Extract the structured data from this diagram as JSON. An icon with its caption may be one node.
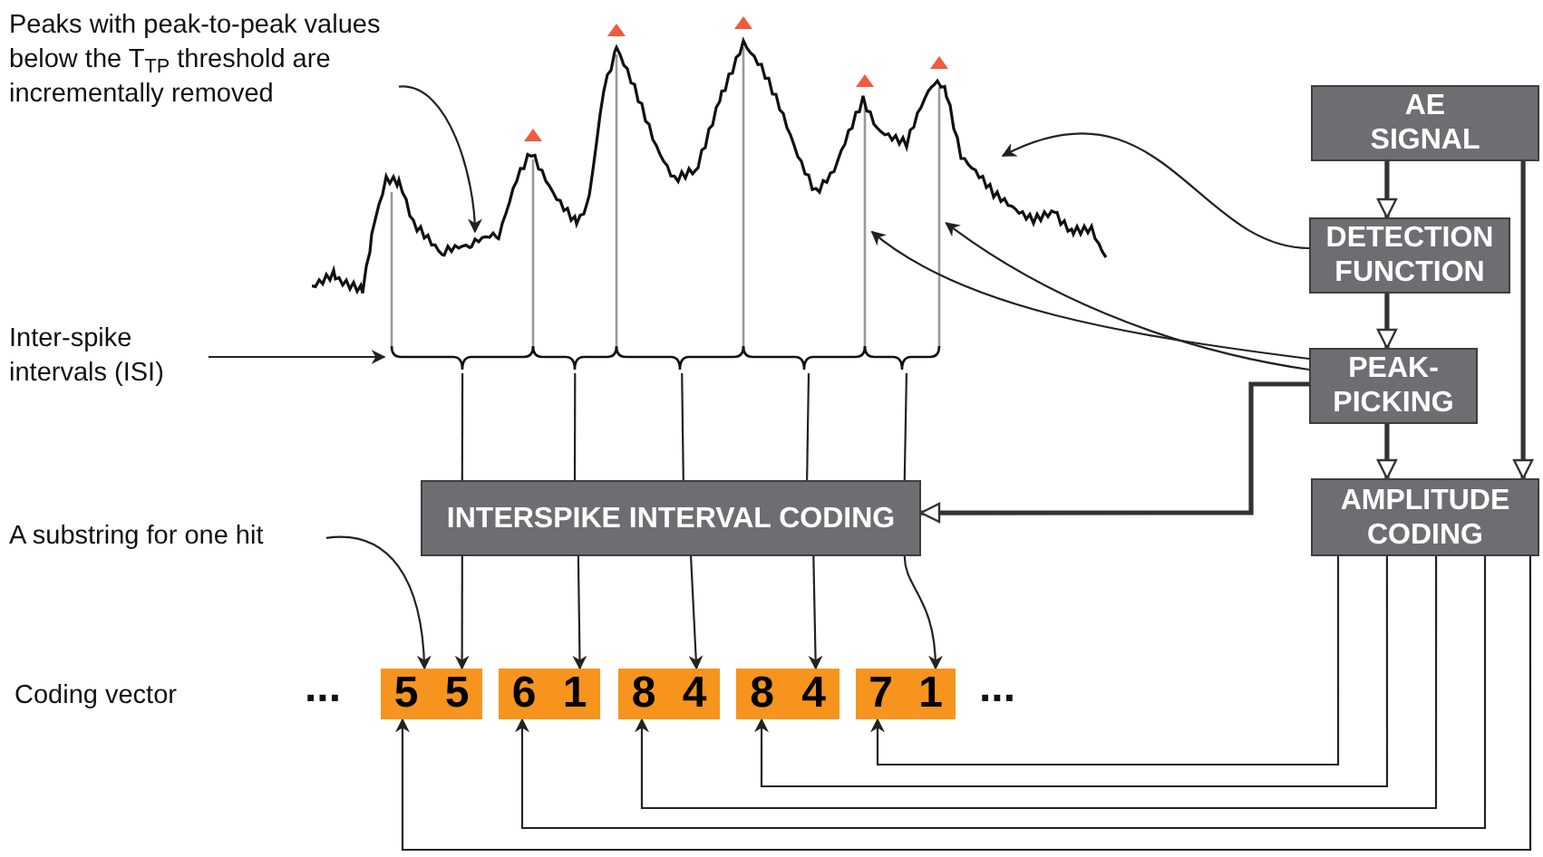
{
  "diagram": {
    "nodes": [
      {
        "text": [
          "Peaks with peak-to-peak values below the T$_{TP}$ threshold are incrementally removed"
        ]
      },
      {
        "text": [],
        "shape": "picture"
      },
      {
        "text": [
          "Inter-spike intervals (ISI)"
        ]
      },
      {
        "text": [],
        "shape": "bracket"
      },
      {
        "text": [
          "AE SIGNAL"
        ]
      },
      {
        "text": [
          "DETECTION FUNCTION"
        ]
      },
      {
        "text": [
          "PEAK-PICKING"
        ]
      },
      {
        "text": [
          "INTERSPIKE INTERVAL CODING"
        ]
      },
      {
        "text": [
          "AMPLITUDE CODING"
        ]
      },
      {
        "text": [
          "A substring for one hit"
        ]
      },
      {
        "text": [
          "5",
          "5"
        ]
      },
      {
        "text": [
          "6",
          "1"
        ]
      },
      {
        "text": [
          "8",
          "4"
        ]
      },
      {
        "text": [
          "8",
          "4"
        ]
      },
      {
        "text": [
          "7",
          "1"
        ]
      }
    ],
    "edges": [
      {
        "from": 0,
        "to": 1,
        "arrow": "to"
      },
      {
        "from": 2,
        "to": 3,
        "arrow": "to"
      },
      {
        "from": 5,
        "to": 1,
        "arrow": "to"
      },
      {
        "from": 6,
        "to": 1,
        "arrow": "to"
      },
      {
        "from": 6,
        "to": 1,
        "arrow": "to"
      },
      {
        "from": 4,
        "to": 5,
        "arrow": "to",
        "style": "thick"
      },
      {
        "from": 5,
        "to": 6,
        "arrow": "to",
        "style": "thick"
      },
      {
        "from": 6,
        "to": 8,
        "arrow": "to",
        "style": "thick"
      },
      {
        "from": 4,
        "to": 8,
        "arrow": "to",
        "style": "thick"
      },
      {
        "from": 6,
        "to": 7,
        "arrow": "to",
        "style": "thick"
      },
      {
        "from": 3,
        "to": 7,
        "arrow": "none"
      },
      {
        "from": 3,
        "to": 7,
        "arrow": "none"
      },
      {
        "from": 3,
        "to": 7,
        "arrow": "none"
      },
      {
        "from": 3,
        "to": 7,
        "arrow": "none"
      },
      {
        "from": 3,
        "to": 7,
        "arrow": "none"
      },
      {
        "from": 7,
        "to": 10,
        "arrow": "to"
      },
      {
        "from": 7,
        "to": 11,
        "arrow": "to"
      },
      {
        "from": 7,
        "to": 12,
        "arrow": "to"
      },
      {
        "from": 7,
        "to": 13,
        "arrow": "to"
      },
      {
        "from": 7,
        "to": 14,
        "arrow": "to"
      },
      {
        "from": 9,
        "to": 10,
        "arrow": "to"
      },
      {
        "from": 8,
        "to": 14,
        "arrow": "to"
      },
      {
        "from": 8,
        "to": 13,
        "arrow": "to"
      },
      {
        "from": 8,
        "to": 12,
        "arrow": "to"
      },
      {
        "from": 8,
        "to": 11,
        "arrow": "to"
      },
      {
        "from": 8,
        "to": 10,
        "arrow": "to"
      }
    ],
    "labels": [
      "Coding vector",
      "...",
      "..."
    ]
  }
}
